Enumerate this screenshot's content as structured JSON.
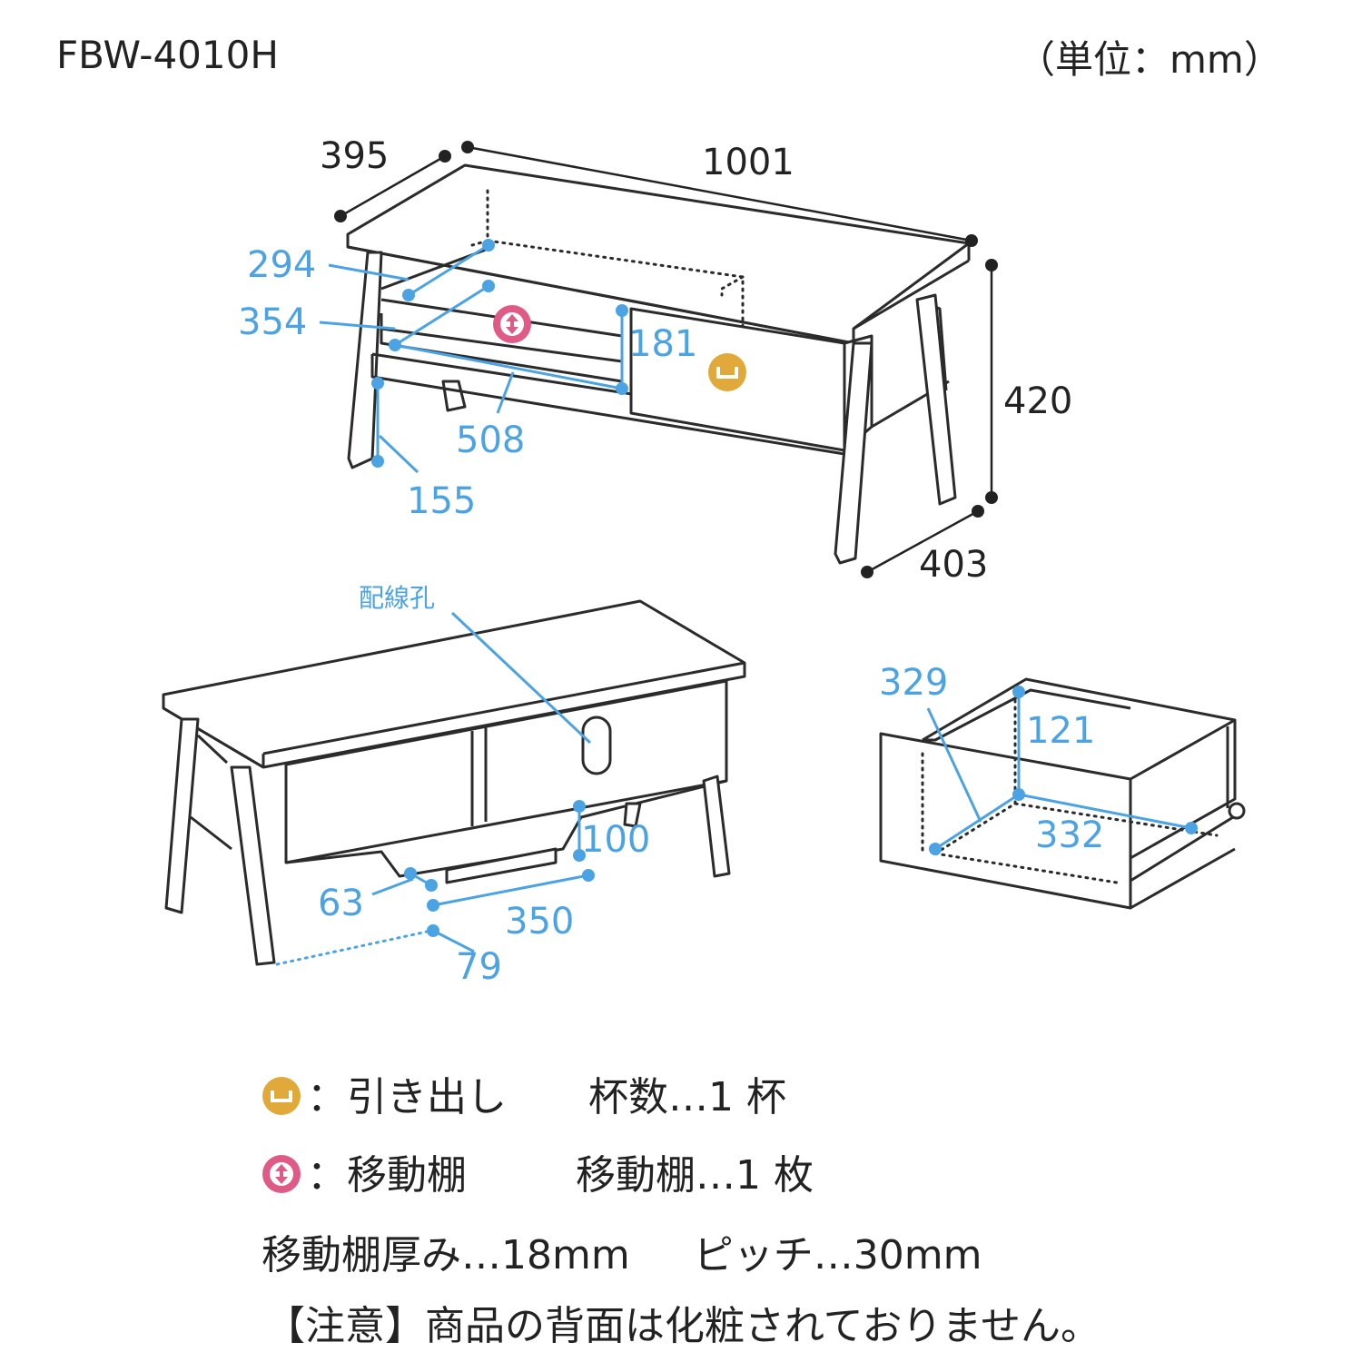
{
  "model": "FBW-4010H",
  "unit": "（単位：mm）",
  "colors": {
    "dimension_blue": "#4ba3e3",
    "drawer_icon": "#e0a93a",
    "shelf_icon": "#e05a86",
    "outline": "#2b2b2b"
  },
  "main_view": {
    "dims": {
      "width": "1001",
      "depth_top": "395",
      "height": "420",
      "depth_bottom": "403",
      "shelf_depth_upper": "294",
      "shelf_depth_lower": "354",
      "inner_height": "181",
      "inner_width": "508",
      "leg_height": "155"
    },
    "icons": [
      "drawer-icon",
      "movable-shelf-icon"
    ]
  },
  "back_view": {
    "cable_hole_label": "配線孔",
    "dims": {
      "notch_height": "100",
      "notch_depth": "63",
      "notch_width": "350",
      "notch_offset": "79"
    }
  },
  "drawer_view": {
    "dims": {
      "depth": "329",
      "height": "121",
      "width": "332"
    }
  },
  "legend": {
    "drawer": {
      "icon": "drawer-icon",
      "label": "：引き出し",
      "count": "杯数…1 杯"
    },
    "shelf": {
      "icon": "movable-shelf-icon",
      "label": "：移動棚",
      "count": "移動棚…1 枚"
    },
    "specs": {
      "thickness": "移動棚厚み…18mm",
      "pitch": "ピッチ…30mm"
    },
    "caution": "【注意】商品の背面は化粧されておりません。"
  }
}
